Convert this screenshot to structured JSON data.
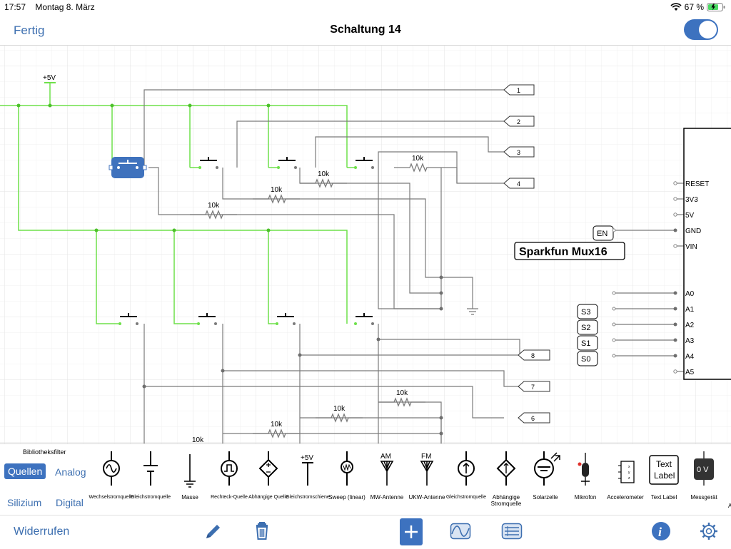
{
  "status": {
    "time": "17:57",
    "date": "Montag 8. März",
    "battery": "67 %"
  },
  "nav": {
    "done": "Fertig",
    "title": "Schaltung 14"
  },
  "circuit": {
    "supply_label": "+5V",
    "resistor_label": "10k",
    "ports": [
      "1",
      "2",
      "3",
      "4",
      "8",
      "7",
      "6"
    ],
    "chip_pins": [
      "RESET",
      "3V3",
      "5V",
      "GND",
      "VIN",
      "A0",
      "A1",
      "A2",
      "A3",
      "A4",
      "A5"
    ],
    "module_name": "Sparkfun Mux16",
    "tags": [
      "EN",
      "S3",
      "S2",
      "S1",
      "S0"
    ]
  },
  "library": {
    "title": "Bibliotheksfilter",
    "filters": [
      "Quellen",
      "Analog",
      "Silizium",
      "Digital"
    ],
    "selected": "Quellen",
    "components": [
      {
        "label": "Wechselstromquelle",
        "icon": "ac-source-icon"
      },
      {
        "label": "Gleichstromquelle",
        "icon": "dc-source-icon"
      },
      {
        "label": "Masse",
        "icon": "ground-icon"
      },
      {
        "label": "Rechteck-Quelle",
        "icon": "square-source-icon"
      },
      {
        "label": "Abhängige Quelle",
        "icon": "dependent-source-icon"
      },
      {
        "label": "Gleichstromschiene",
        "icon": "dc-rail-icon",
        "glyph": "+5V"
      },
      {
        "label": "Sweep (linear)",
        "icon": "sweep-icon"
      },
      {
        "label": "MW-Antenne",
        "icon": "am-antenna-icon",
        "glyph": "AM"
      },
      {
        "label": "UKW-Antenne",
        "icon": "fm-antenna-icon",
        "glyph": "FM"
      },
      {
        "label": "Gleichstromquelle",
        "icon": "current-source-icon"
      },
      {
        "label": "Abhängige Stromquelle",
        "icon": "dependent-current-source-icon"
      },
      {
        "label": "Solarzelle",
        "icon": "solar-cell-icon"
      },
      {
        "label": "Mikrofon",
        "icon": "microphone-icon"
      },
      {
        "label": "Accelerometer",
        "icon": "accelerometer-icon"
      },
      {
        "label": "Text Label",
        "icon": "text-label-icon",
        "glyph": "Text Label"
      },
      {
        "label": "Messgerät",
        "icon": "meter-icon",
        "glyph": "0 V"
      },
      {
        "label": "A",
        "icon": "partial-icon"
      }
    ]
  },
  "toolbar": {
    "undo": "Widerrufen"
  },
  "colors": {
    "accent": "#3d72bf",
    "wire_live": "#6ee04a",
    "wire": "#7a7a7a"
  }
}
